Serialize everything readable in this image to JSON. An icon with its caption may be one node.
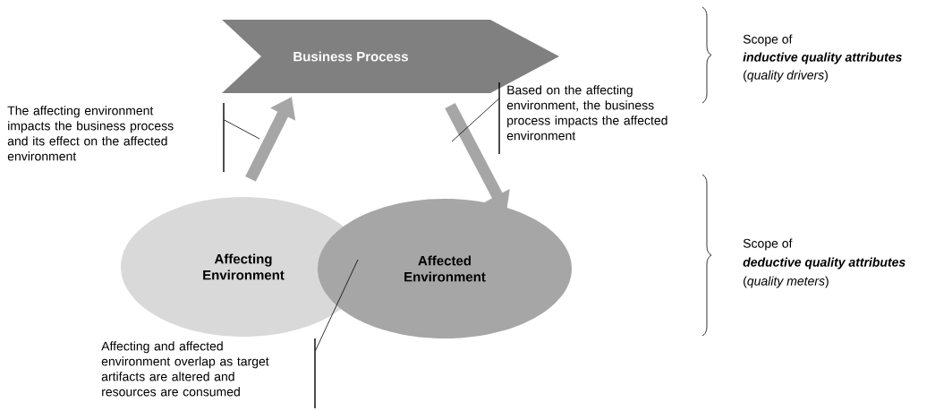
{
  "diagram": {
    "nodes": [
      {
        "text": [
          "Business Process"
        ]
      },
      {
        "text": [
          "Affecting Environment"
        ]
      },
      {
        "text": [
          "Affected Environment"
        ]
      },
      {
        "text": [
          "The affecting environment impacts the business process and its effect on the affected environment"
        ]
      },
      {
        "text": [
          "Based on the affecting environment, the business process impacts the affected environment"
        ]
      },
      {
        "text": [
          "Affecting and affected environment overlap as target artifacts are altered and resources are consumed"
        ]
      }
    ],
    "edges": [
      {
        "from": 1,
        "to": 0,
        "arrow": "to",
        "style": "thick",
        "color": "#a6a6a6"
      },
      {
        "from": 0,
        "to": 2,
        "arrow": "to",
        "style": "thick",
        "color": "#a6a6a6"
      },
      {
        "from": 3,
        "to": null,
        "arrow": "none"
      },
      {
        "from": 4,
        "to": null,
        "arrow": "none"
      },
      {
        "from": 5,
        "to": 1,
        "arrow": "none"
      }
    ],
    "labels": [
      "Scope of",
      "inductive quality attributes",
      "(*quality drivers*)",
      "Scope of",
      "deductive quality attributes",
      "(*quality meters*)"
    ]
  }
}
